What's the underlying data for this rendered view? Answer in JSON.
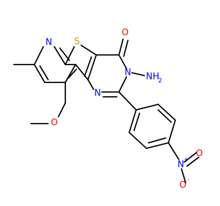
{
  "diagram": {
    "type": "chemical-structure",
    "colors": {
      "bond": "#000000",
      "carbon": "#000000",
      "nitrogen": "#0000ff",
      "oxygen": "#ff0000",
      "sulfur": "#c8a000"
    },
    "atoms": {
      "pyridine_n": {
        "element": "N",
        "label": "N"
      },
      "sulfur": {
        "element": "S",
        "label": "S"
      },
      "carbonyl_o": {
        "element": "O",
        "label": "O"
      },
      "ring_n3": {
        "element": "N",
        "label": "N"
      },
      "amino_n": {
        "element": "N",
        "label": "NH"
      },
      "amino_h_sub": {
        "label": "2"
      },
      "ring_n1": {
        "element": "N",
        "label": "N"
      },
      "ether_o": {
        "element": "O",
        "label": "O"
      },
      "nitro_n": {
        "element": "N",
        "label": "N"
      },
      "nitro_n_charge": {
        "label": "+"
      },
      "nitro_o_double": {
        "element": "O",
        "label": "O"
      },
      "nitro_o_single": {
        "element": "O",
        "label": "O"
      },
      "nitro_o_charge": {
        "label": "-"
      }
    }
  }
}
